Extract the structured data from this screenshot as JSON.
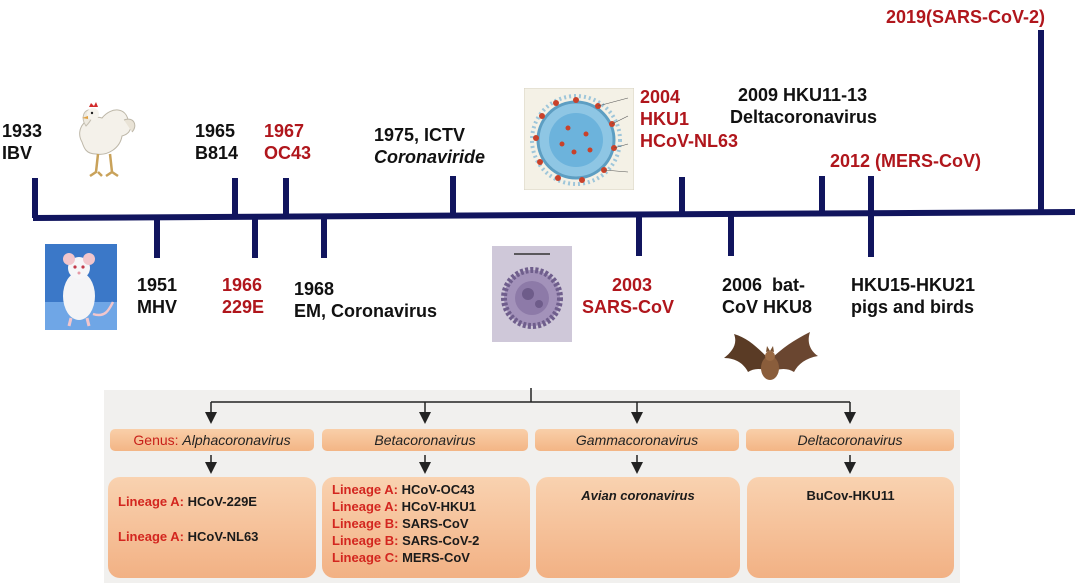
{
  "timeline": {
    "events_above": [
      {
        "year": "1933",
        "name": "IBV",
        "color": "black"
      },
      {
        "year": "1965",
        "name": "B814",
        "color": "black"
      },
      {
        "year": "1967",
        "name": "OC43",
        "color": "red"
      },
      {
        "year": "1975, ICTV",
        "name": "Coronaviride",
        "color": "black"
      },
      {
        "year": "2004",
        "name": "HKU1",
        "extra": "HCoV-NL63",
        "color": "red"
      },
      {
        "year": "2009 HKU11-13",
        "name": "Deltacoronavirus",
        "color": "black"
      },
      {
        "year": "2012 (MERS-CoV)",
        "color": "red"
      },
      {
        "year": "2019(SARS-CoV-2)",
        "color": "red"
      }
    ],
    "events_below": [
      {
        "year": "1951",
        "name": "MHV",
        "color": "black"
      },
      {
        "year": "1966",
        "name": "229E",
        "color": "red"
      },
      {
        "year": "1968",
        "name": "EM, Coronavirus",
        "color": "black"
      },
      {
        "year": "2003",
        "name": "SARS-CoV",
        "color": "red"
      },
      {
        "year": "2006  bat-",
        "name": "CoV HKU8",
        "color": "black"
      },
      {
        "year": "HKU15-HKU21",
        "name": "pigs and birds",
        "color": "black"
      }
    ]
  },
  "classification": {
    "genera": [
      {
        "prefix": "Genus: ",
        "name": "Alphacoronavirus",
        "lineages": [
          {
            "lineage": "Lineage A:",
            "virus": "HCoV-229E"
          },
          {
            "lineage": "Lineage A:",
            "virus": "HCoV-NL63"
          }
        ]
      },
      {
        "prefix": "",
        "name": "Betacoronavirus",
        "lineages": [
          {
            "lineage": "Lineage A:",
            "virus": "HCoV-OC43"
          },
          {
            "lineage": "Lineage A:",
            "virus": "HCoV-HKU1"
          },
          {
            "lineage": "Lineage B:",
            "virus": "SARS-CoV"
          },
          {
            "lineage": "Lineage B:",
            "virus": "SARS-CoV-2"
          },
          {
            "lineage": "Lineage C:",
            "virus": "MERS-CoV"
          }
        ]
      },
      {
        "prefix": "",
        "name": "Gammacoronavirus",
        "member": "Avian coronavirus"
      },
      {
        "prefix": "",
        "name": "Deltacoronavirus",
        "member": "BuCov-HKU11"
      }
    ]
  },
  "colors": {
    "timeline": "#11155e",
    "highlight": "#b0161c",
    "text": "#111111",
    "panel": "#f1f0ee",
    "box": "#f5bf92"
  },
  "illustrations": [
    "chicken-image",
    "mouse-image",
    "virion-diagram-image",
    "electron-micrograph-image",
    "bat-image"
  ]
}
